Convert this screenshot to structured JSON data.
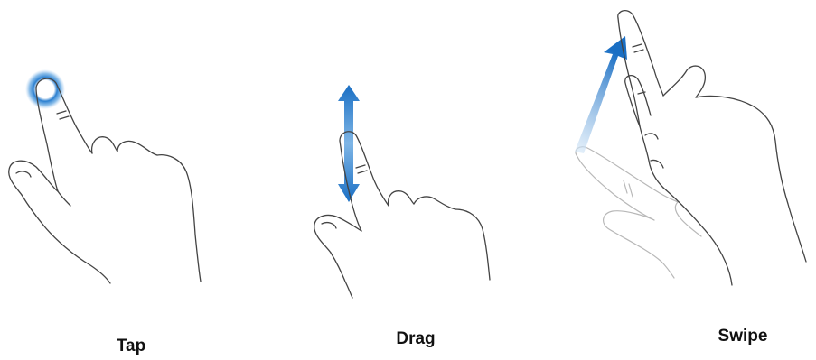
{
  "gestures": [
    {
      "id": "tap",
      "label": "Tap",
      "icon": "tap-hand-icon"
    },
    {
      "id": "drag",
      "label": "Drag",
      "icon": "drag-hand-icon"
    },
    {
      "id": "swipe",
      "label": "Swipe",
      "icon": "swipe-hand-icon"
    }
  ],
  "colors": {
    "accent": "#1a73c8",
    "accent_light": "#9cc6ee",
    "outline": "#444444",
    "ghost": "#b8b8b8",
    "text": "#111111"
  }
}
